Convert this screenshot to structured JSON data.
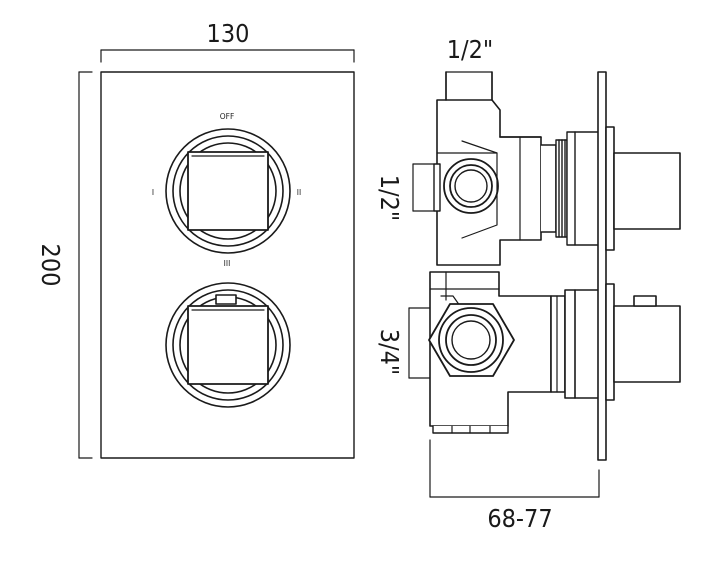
{
  "dimensions": {
    "width": "130",
    "height": "200",
    "inlet_top": "1/2\"",
    "outlet_side": "1/2\"",
    "inlet_bottom": "3/4\"",
    "depth": "68-77"
  },
  "dial_labels": {
    "off": "OFF",
    "pos_1": "I",
    "pos_2": "II",
    "pos_3": "III"
  }
}
